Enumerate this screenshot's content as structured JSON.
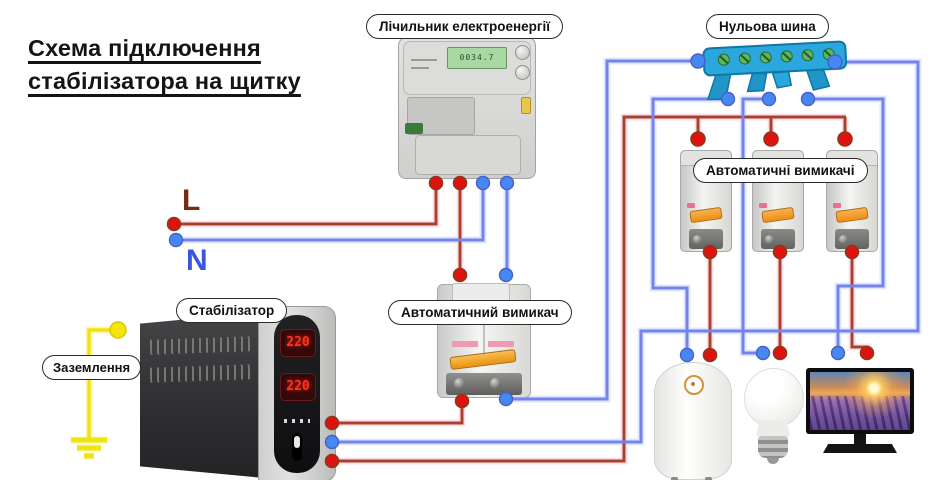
{
  "title": {
    "line1": "Схема підключення",
    "line2": "стабілізатора на щитку"
  },
  "labels": {
    "meter": "Лічильник електроенергії",
    "bus": "Нульова шина",
    "breakers": "Автоматичні вимикачі",
    "main_breaker": "Автоматичний вимикач",
    "stabilizer": "Стабілізатор",
    "ground": "Заземлення"
  },
  "phase": {
    "live": "L",
    "neutral": "N"
  },
  "meter": {
    "lcd_value": "0034.7"
  },
  "stabilizer": {
    "display_top": "220",
    "display_bottom": "220"
  },
  "colors": {
    "live_wire": "#a8432a",
    "live_dot": "#de1310",
    "neutral_wire": "#7583ea",
    "neutral_dot": "#4688f2",
    "ground_wire": "#f0e40c",
    "bus_body": "#2aa7dc",
    "breaker_lever": "#ef8f14"
  }
}
